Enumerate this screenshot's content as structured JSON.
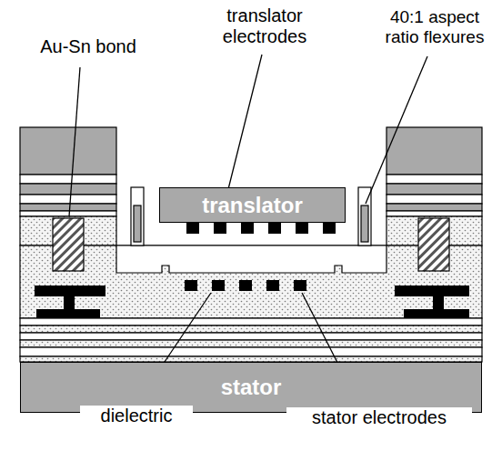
{
  "diagram": {
    "nodes": [
      {
        "text": [
          "translator"
        ]
      },
      {
        "text": [
          "stator"
        ]
      }
    ],
    "labels": [
      "translator electrodes",
      "40:1 aspect ratio flexures",
      "Au-Sn bond",
      "dielectric",
      "stator electrodes"
    ]
  }
}
